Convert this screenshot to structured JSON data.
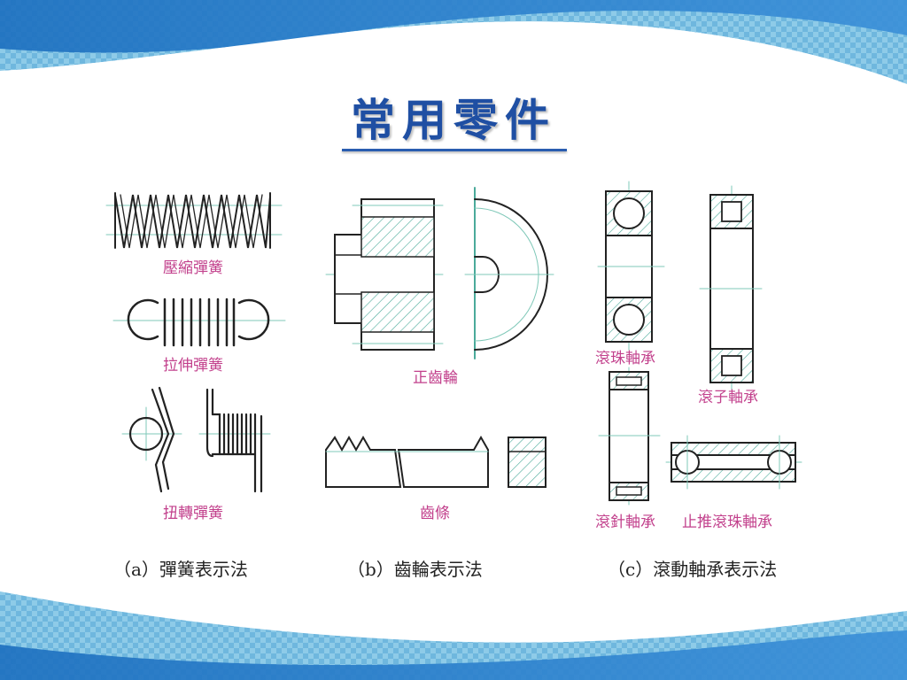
{
  "title": "常用零件",
  "colors": {
    "title": "#1f4fa3",
    "label": "#c2408c",
    "hatch": "#4aaa9a",
    "centerline": "#7fc8b8",
    "outline": "#222222"
  },
  "labels": {
    "compression_spring": "壓縮彈簧",
    "tension_spring": "拉伸彈簧",
    "torsion_spring": "扭轉彈簧",
    "spur_gear": "正齒輪",
    "gear_rack": "齒條",
    "ball_bearing": "滾珠軸承",
    "roller_bearing": "滾子軸承",
    "needle_bearing": "滾針軸承",
    "thrust_ball_bearing": "止推滾珠軸承"
  },
  "captions": {
    "a": "（a）彈簧表示法",
    "b": "（b）齒輪表示法",
    "c": "（c）滾動軸承表示法"
  }
}
